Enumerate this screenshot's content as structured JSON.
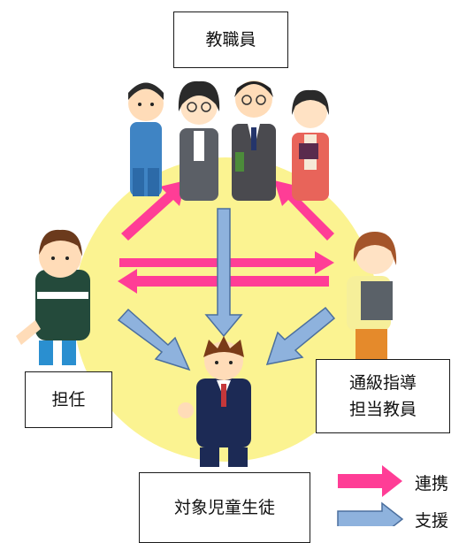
{
  "labels": {
    "staff": "教職員",
    "homeroom_teacher": "担任",
    "special_class_line1": "通級指導",
    "special_class_line2": "担当教員",
    "target_student": "対象児童生徒"
  },
  "legend": {
    "cooperation": "連携",
    "support": "支援"
  },
  "colors": {
    "cooperation_arrow": "#ff3d96",
    "support_arrow": "#8eb2dd",
    "support_arrow_outline": "#4b6f9e",
    "circle_fill": "#fbf391"
  }
}
